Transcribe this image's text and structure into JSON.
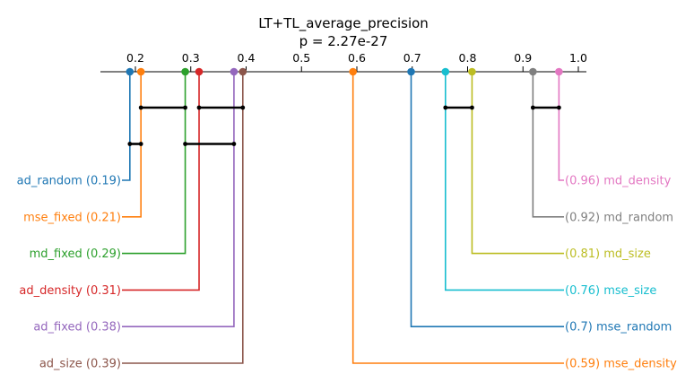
{
  "chart_data": {
    "type": "critical-difference",
    "title": "LT+TL_average_precision",
    "subtitle": "p = 2.27e-27",
    "axis": {
      "min": 0.1,
      "max": 1.0,
      "ticks": [
        0.2,
        0.3,
        0.4,
        0.5,
        0.6,
        0.7,
        0.8,
        0.9,
        1.0
      ],
      "tick_labels": [
        "0.2",
        "0.3",
        "0.4",
        "0.5",
        "0.6",
        "0.7",
        "0.8",
        "0.9",
        "1.0"
      ]
    },
    "methods": [
      {
        "name": "ad_random",
        "value": 0.19,
        "label": "ad_random (0.19)",
        "side": "left",
        "color": "#1f77b4"
      },
      {
        "name": "mse_fixed",
        "value": 0.21,
        "label": "mse_fixed (0.21)",
        "side": "left",
        "color": "#ff7f0e"
      },
      {
        "name": "md_fixed",
        "value": 0.29,
        "label": "md_fixed (0.29)",
        "side": "left",
        "color": "#2ca02c"
      },
      {
        "name": "ad_density",
        "value": 0.315,
        "label": "ad_density (0.31)",
        "side": "left",
        "color": "#d62728"
      },
      {
        "name": "ad_fixed",
        "value": 0.378,
        "label": "ad_fixed (0.38)",
        "side": "left",
        "color": "#9467bd"
      },
      {
        "name": "ad_size",
        "value": 0.394,
        "label": "ad_size (0.39)",
        "side": "left",
        "color": "#8c564b"
      },
      {
        "name": "mse_density",
        "value": 0.593,
        "label": "(0.59) mse_density",
        "side": "right",
        "color": "#ff7f0e"
      },
      {
        "name": "mse_random",
        "value": 0.698,
        "label": "(0.7) mse_random",
        "side": "right",
        "color": "#1f77b4"
      },
      {
        "name": "mse_size",
        "value": 0.76,
        "label": "(0.76) mse_size",
        "side": "right",
        "color": "#17becf"
      },
      {
        "name": "md_size",
        "value": 0.808,
        "label": "(0.81) md_size",
        "side": "right",
        "color": "#bcbd22"
      },
      {
        "name": "md_random",
        "value": 0.918,
        "label": "(0.92) md_random",
        "side": "right",
        "color": "#7f7f7f"
      },
      {
        "name": "md_density",
        "value": 0.965,
        "label": "(0.96) md_density",
        "side": "right",
        "color": "#e377c2"
      }
    ],
    "cliques": [
      {
        "from": 0.21,
        "to": 0.29,
        "row": 1
      },
      {
        "from": 0.315,
        "to": 0.394,
        "row": 1
      },
      {
        "from": 0.76,
        "to": 0.808,
        "row": 1
      },
      {
        "from": 0.918,
        "to": 0.965,
        "row": 1
      },
      {
        "from": 0.19,
        "to": 0.21,
        "row": 2
      },
      {
        "from": 0.29,
        "to": 0.378,
        "row": 2
      }
    ]
  }
}
